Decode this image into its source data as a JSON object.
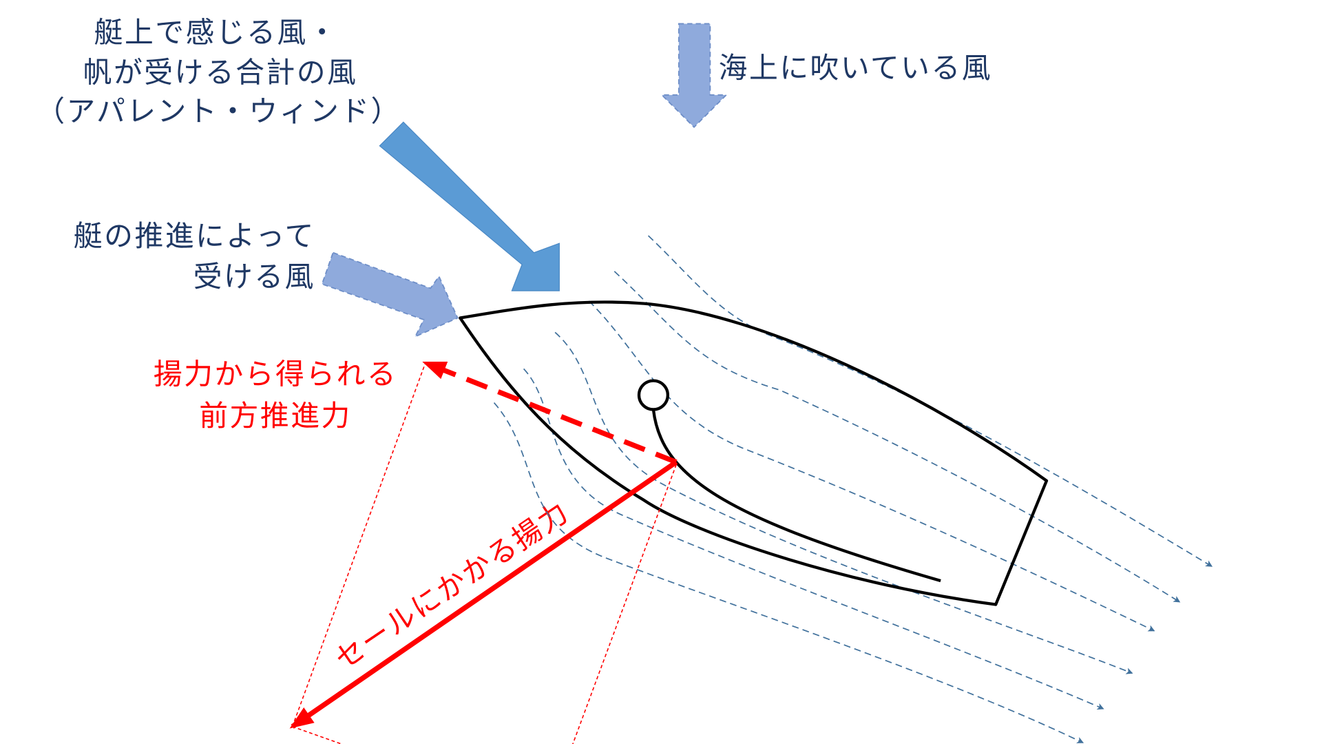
{
  "labels": {
    "apparent_wind": [
      "艇上で感じる風・",
      "帆が受ける合計の風",
      "（アパレント・ウィンド）"
    ],
    "true_wind": "海上に吹いている風",
    "boat_wind": [
      "艇の推進によって",
      "受ける風"
    ],
    "forward_force": [
      "揚力から得られる",
      "前方推進力"
    ],
    "sail_lift": "セールにかかる揚力"
  },
  "colors": {
    "text_blue": "#1f3864",
    "apparent_arrow": "#5b9bd5",
    "light_arrow": "#8faadc",
    "flow_line": "#41719c",
    "force_red": "#ff0000"
  }
}
